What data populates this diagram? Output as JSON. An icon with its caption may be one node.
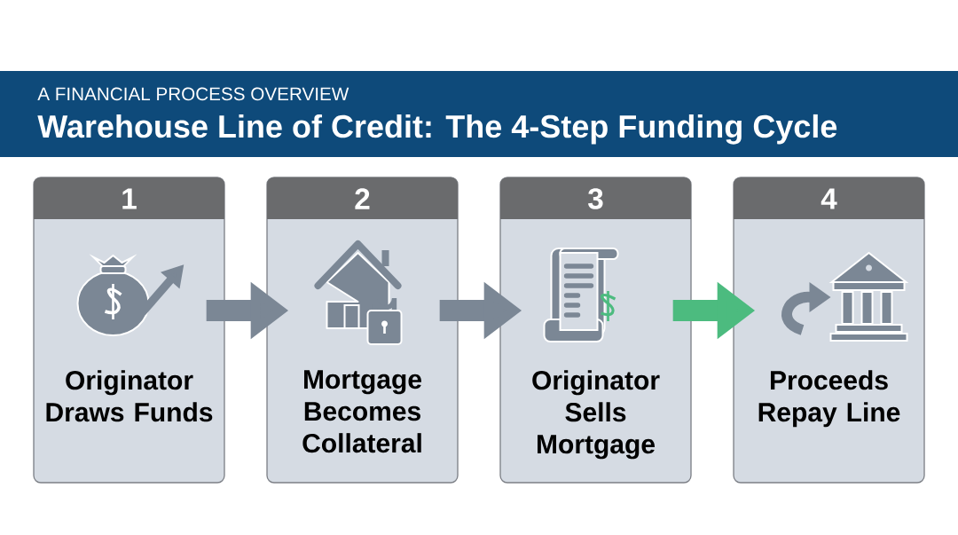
{
  "diagram": {
    "title": "Warehouse Line of Credit: The 4-Step Funding Cycle",
    "nodes": [
      {
        "text": [
          "1",
          "Originator Draws Funds"
        ]
      },
      {
        "text": [
          "2",
          "Mortgage Becomes Collateral"
        ]
      },
      {
        "text": [
          "3",
          "Originator Sells Mortgage"
        ]
      },
      {
        "text": [
          "4",
          "Proceeds Repay Line"
        ]
      }
    ],
    "edges": [
      {
        "from": 0,
        "to": 1,
        "arrow": "to"
      },
      {
        "from": 1,
        "to": 2,
        "arrow": "to"
      },
      {
        "from": 2,
        "to": 3,
        "arrow": "to",
        "color": "#4cbb7f"
      }
    ],
    "labels": [
      "A FINANCIAL PROCESS OVERVIEW"
    ]
  }
}
